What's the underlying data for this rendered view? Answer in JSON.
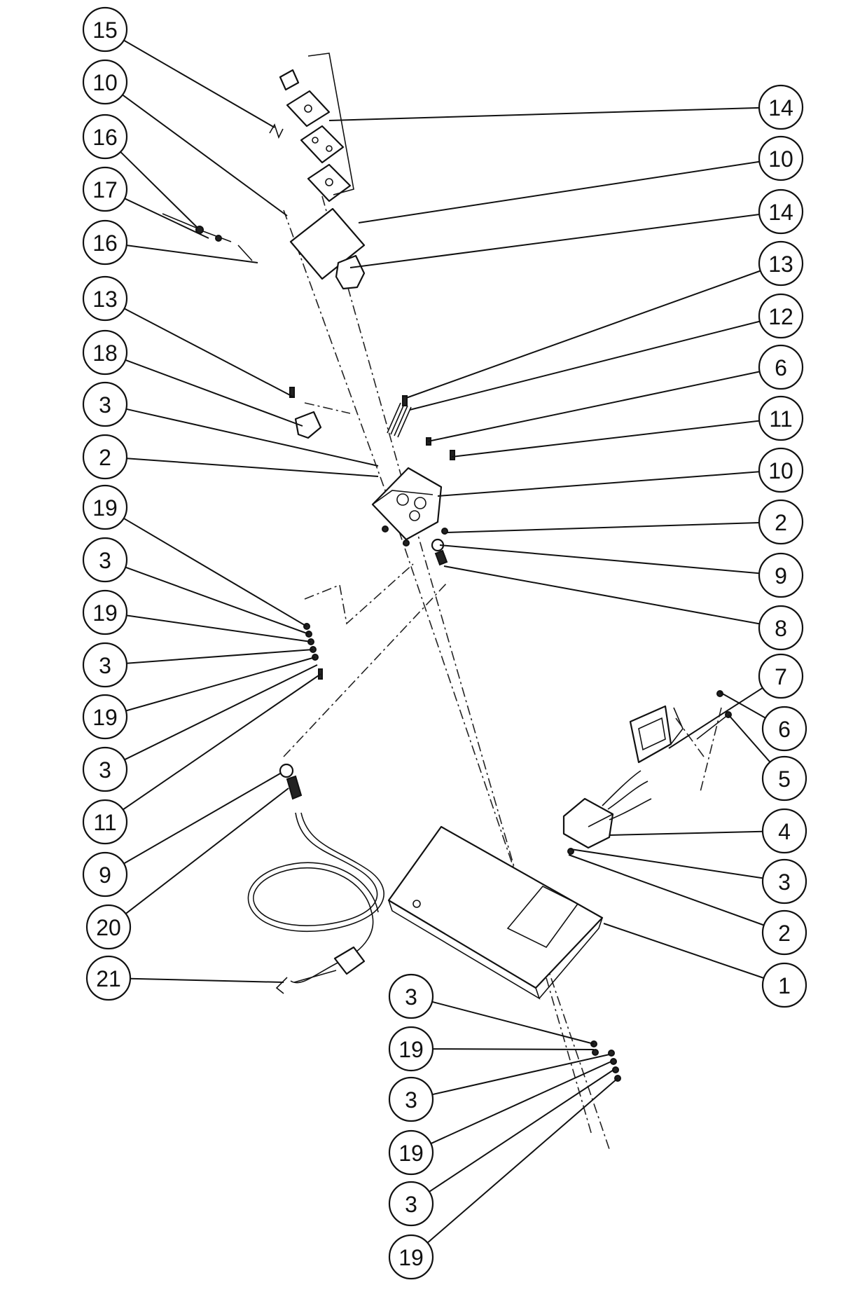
{
  "callouts": [
    {
      "label": "15"
    },
    {
      "label": "10"
    },
    {
      "label": "16"
    },
    {
      "label": "17"
    },
    {
      "label": "16"
    },
    {
      "label": "13"
    },
    {
      "label": "18"
    },
    {
      "label": "3"
    },
    {
      "label": "2"
    },
    {
      "label": "19"
    },
    {
      "label": "3"
    },
    {
      "label": "19"
    },
    {
      "label": "3"
    },
    {
      "label": "19"
    },
    {
      "label": "3"
    },
    {
      "label": "11"
    },
    {
      "label": "9"
    },
    {
      "label": "20"
    },
    {
      "label": "21"
    },
    {
      "label": "14"
    },
    {
      "label": "10"
    },
    {
      "label": "14"
    },
    {
      "label": "13"
    },
    {
      "label": "12"
    },
    {
      "label": "6"
    },
    {
      "label": "11"
    },
    {
      "label": "10"
    },
    {
      "label": "2"
    },
    {
      "label": "9"
    },
    {
      "label": "8"
    },
    {
      "label": "7"
    },
    {
      "label": "6"
    },
    {
      "label": "5"
    },
    {
      "label": "4"
    },
    {
      "label": "3"
    },
    {
      "label": "2"
    },
    {
      "label": "1"
    },
    {
      "label": "3"
    },
    {
      "label": "19"
    },
    {
      "label": "3"
    },
    {
      "label": "19"
    },
    {
      "label": "3"
    },
    {
      "label": "19"
    }
  ]
}
